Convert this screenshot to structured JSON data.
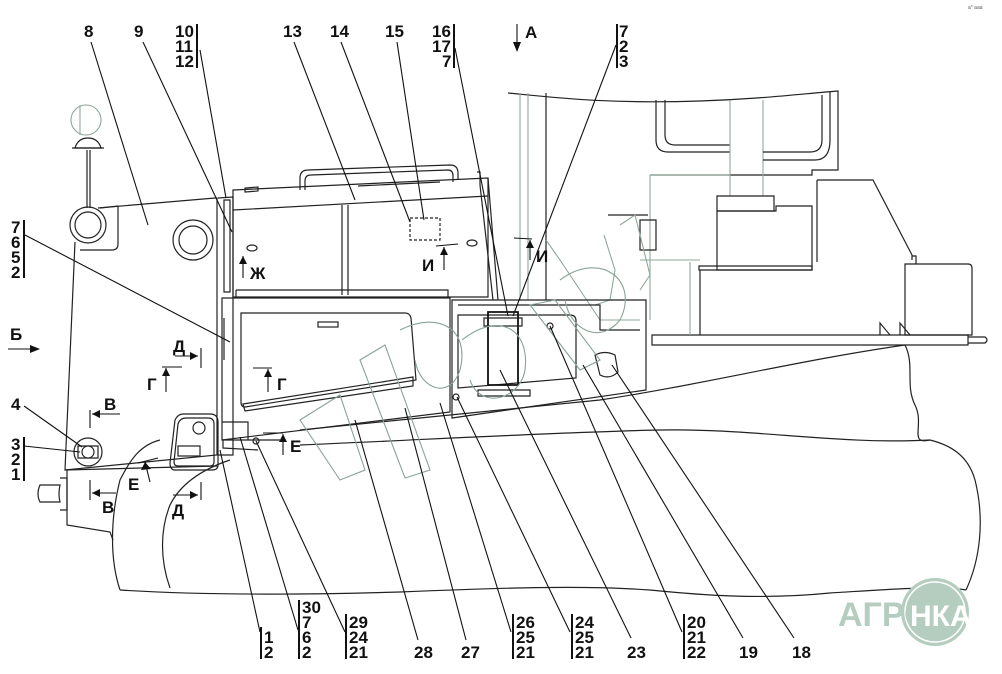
{
  "diagram": {
    "title": "Assembly drawing with numbered part callouts",
    "corner_mark": "a° aaa",
    "view_markers": {
      "A": "А",
      "B": "Б"
    },
    "section_markers": {
      "V": "В",
      "G": "Г",
      "D": "Д",
      "E": "Е",
      "Zh": "Ж",
      "I": "И"
    },
    "callouts_top": [
      {
        "id": "c8",
        "lines": [
          "8"
        ]
      },
      {
        "id": "c9",
        "lines": [
          "9"
        ]
      },
      {
        "id": "c10",
        "lines": [
          "10",
          "11",
          "12"
        ]
      },
      {
        "id": "c13",
        "lines": [
          "13"
        ]
      },
      {
        "id": "c14",
        "lines": [
          "14"
        ]
      },
      {
        "id": "c15",
        "lines": [
          "15"
        ]
      },
      {
        "id": "c16",
        "lines": [
          "16",
          "17",
          "7"
        ]
      },
      {
        "id": "c7r",
        "lines": [
          "7",
          "2",
          "3"
        ]
      }
    ],
    "callouts_left": [
      {
        "id": "c7l",
        "lines": [
          "7",
          "6",
          "5",
          "2"
        ]
      },
      {
        "id": "c4",
        "lines": [
          "4"
        ]
      },
      {
        "id": "c3",
        "lines": [
          "3",
          "2",
          "1"
        ]
      }
    ],
    "callouts_bottom": [
      {
        "id": "b1",
        "lines": [
          "1",
          "2"
        ]
      },
      {
        "id": "b30",
        "lines": [
          "30",
          "7",
          "6",
          "2"
        ]
      },
      {
        "id": "b29",
        "lines": [
          "29",
          "24",
          "21"
        ]
      },
      {
        "id": "b28",
        "lines": [
          "28"
        ]
      },
      {
        "id": "b27",
        "lines": [
          "27"
        ]
      },
      {
        "id": "b26",
        "lines": [
          "26",
          "25",
          "21"
        ]
      },
      {
        "id": "b24",
        "lines": [
          "24",
          "25",
          "21"
        ]
      },
      {
        "id": "b23",
        "lines": [
          "23"
        ]
      },
      {
        "id": "b20",
        "lines": [
          "20",
          "21",
          "22"
        ]
      },
      {
        "id": "b19",
        "lines": [
          "19"
        ]
      },
      {
        "id": "b18",
        "lines": [
          "18"
        ]
      }
    ],
    "watermark": {
      "logo_text": "АГРОНКА",
      "logo_left": "АГРО",
      "logo_right": "НКА",
      "color": "#b5cdbf"
    }
  }
}
